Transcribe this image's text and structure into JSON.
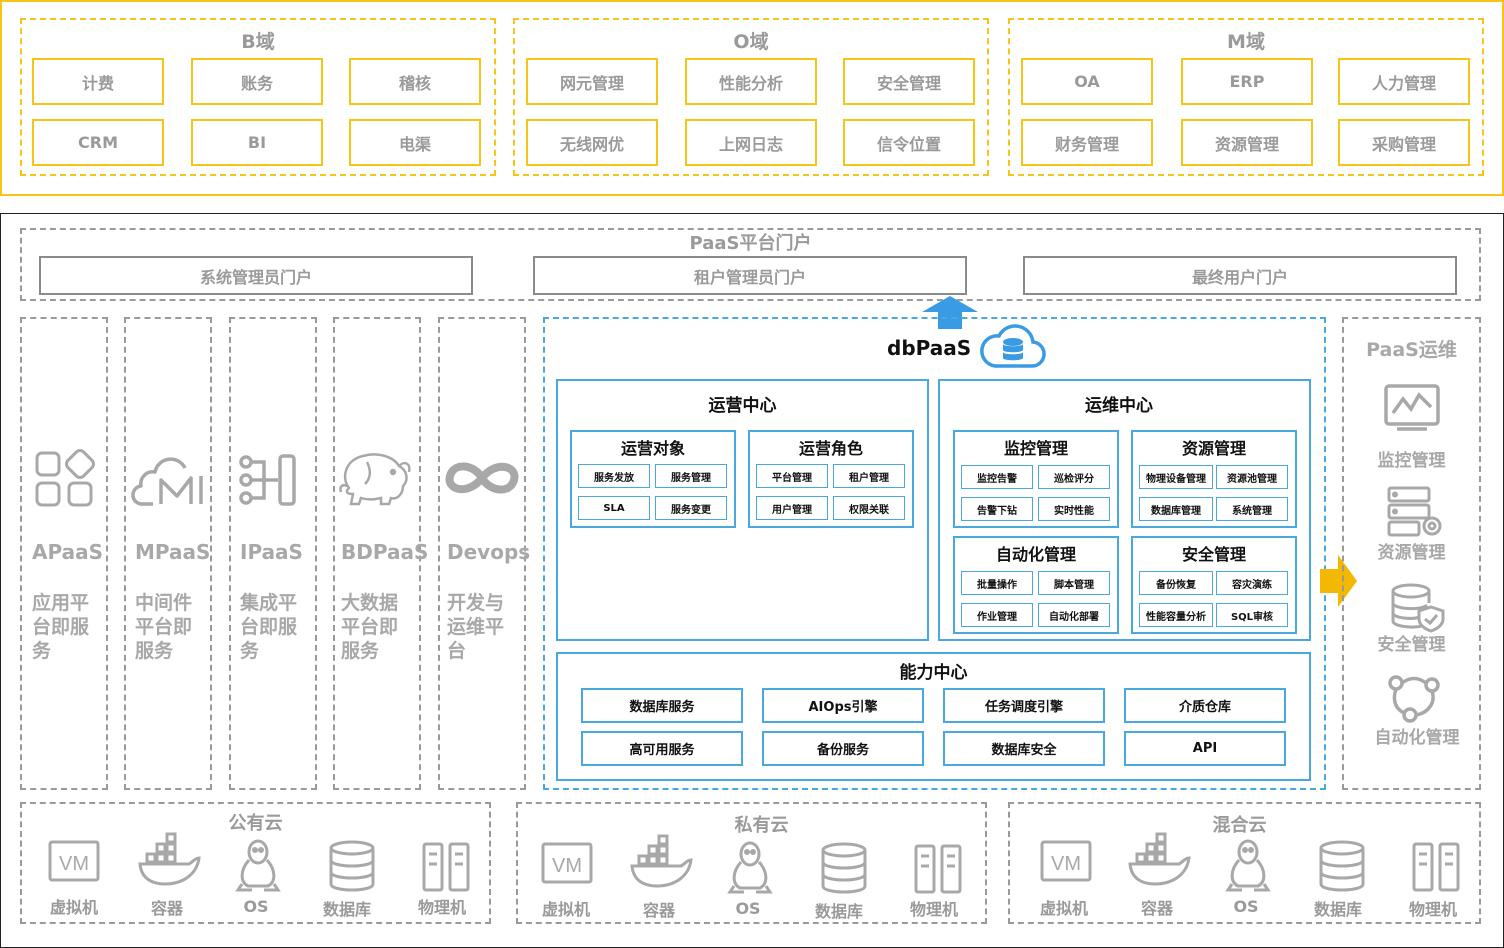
{
  "top": {
    "domains": [
      {
        "title": "B域",
        "items": [
          "计费",
          "账务",
          "稽核",
          "CRM",
          "BI",
          "电渠"
        ]
      },
      {
        "title": "O域",
        "items": [
          "网元管理",
          "性能分析",
          "安全管理",
          "无线网优",
          "上网日志",
          "信令位置"
        ]
      },
      {
        "title": "M域",
        "items": [
          "OA",
          "ERP",
          "人力管理",
          "财务管理",
          "资源管理",
          "采购管理"
        ]
      }
    ]
  },
  "portal": {
    "title": "PaaS平台门户",
    "items": [
      "系统管理员门户",
      "租户管理员门户",
      "最终用户门户"
    ]
  },
  "columns": [
    {
      "name": "APaaS",
      "desc": "应用平台即服务",
      "icon": "apps-icon"
    },
    {
      "name": "MPaaS",
      "desc": "中间件平台即服务",
      "icon": "cloud-m-icon"
    },
    {
      "name": "IPaaS",
      "desc": "集成平台即服务",
      "icon": "integration-icon"
    },
    {
      "name": "BDPaaS",
      "desc": "大数据平台即服务",
      "icon": "hadoop-elephant-icon"
    },
    {
      "name": "Devops",
      "desc": "开发与运维平台",
      "icon": "infinity-icon"
    }
  ],
  "dbpaas": {
    "title": "dbPaaS",
    "operation": {
      "title": "运营中心",
      "groups": [
        {
          "title": "运营对象",
          "items": [
            "服务发放",
            "服务管理",
            "SLA",
            "服务变更"
          ]
        },
        {
          "title": "运营角色",
          "items": [
            "平台管理",
            "租户管理",
            "用户管理",
            "权限关联"
          ]
        }
      ]
    },
    "maintenance": {
      "title": "运维中心",
      "groups": [
        {
          "title": "监控管理",
          "items": [
            "监控告警",
            "巡检评分",
            "告警下钻",
            "实时性能"
          ]
        },
        {
          "title": "资源管理",
          "items": [
            "物理设备管理",
            "资源池管理",
            "数据库管理",
            "系统管理"
          ]
        },
        {
          "title": "自动化管理",
          "items": [
            "批量操作",
            "脚本管理",
            "作业管理",
            "自动化部署"
          ]
        },
        {
          "title": "安全管理",
          "items": [
            "备份恢复",
            "容灾演练",
            "性能容量分析",
            "SQL审核"
          ]
        }
      ]
    },
    "capability": {
      "title": "能力中心",
      "items": [
        "数据库服务",
        "AIOps引擎",
        "任务调度引擎",
        "介质仓库",
        "高可用服务",
        "备份服务",
        "数据库安全",
        "API"
      ]
    }
  },
  "paas_ops": {
    "title": "PaaS运维",
    "items": [
      {
        "label": "监控管理",
        "icon": "monitor-chart-icon"
      },
      {
        "label": "资源管理",
        "icon": "server-gear-icon"
      },
      {
        "label": "安全管理",
        "icon": "database-shield-icon"
      },
      {
        "label": "自动化管理",
        "icon": "workflow-icon"
      }
    ]
  },
  "clouds": [
    {
      "title": "公有云",
      "items": [
        "虚拟机",
        "容器",
        "OS",
        "数据库",
        "物理机"
      ]
    },
    {
      "title": "私有云",
      "items": [
        "虚拟机",
        "容器",
        "OS",
        "数据库",
        "物理机"
      ]
    },
    {
      "title": "混合云",
      "items": [
        "虚拟机",
        "容器",
        "OS",
        "数据库",
        "物理机"
      ]
    }
  ],
  "colors": {
    "yellow": "#f5c518",
    "blue": "#4aa8e0",
    "gray": "#9a9a9a",
    "arrow_blue": "#3a9be5",
    "arrow_yellow": "#f5b800"
  }
}
